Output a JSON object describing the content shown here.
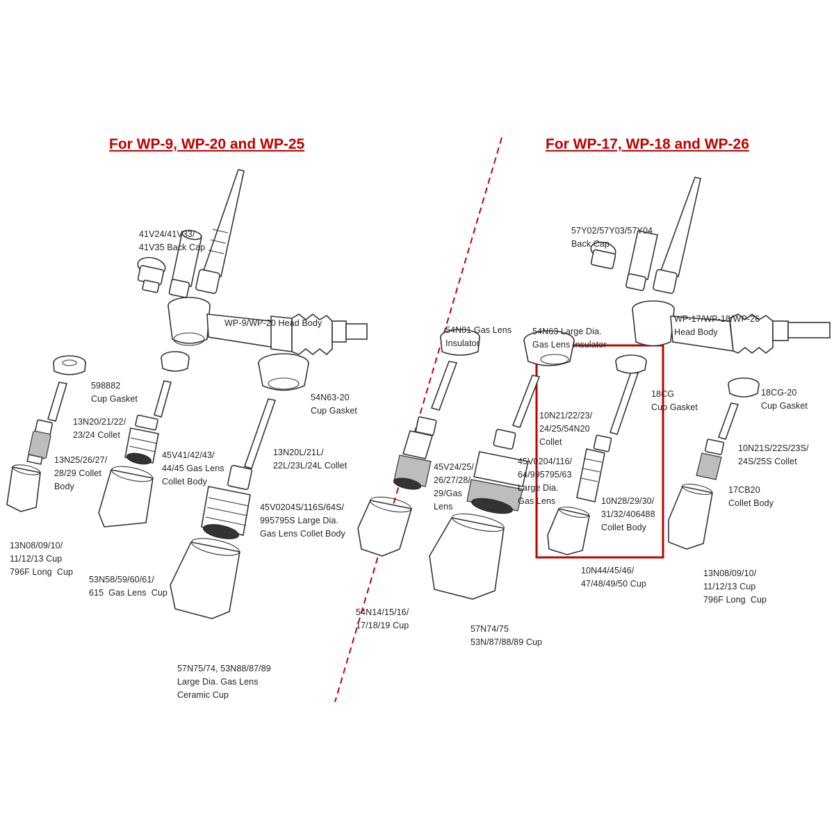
{
  "colors": {
    "title": "#c00000",
    "divider": "#c00000",
    "highlight": "#c00000"
  },
  "left_title": "For  WP-9, WP-20 and WP-25",
  "right_title": "For  WP-17, WP-18 and WP-26",
  "left_labels": {
    "back_cap": [
      "41V24/41V33/",
      "41V35 Back Cap"
    ],
    "head_body": [
      "WP-9/WP-20 Head Body"
    ],
    "cup_gasket": [
      "598882",
      "Cup Gasket"
    ],
    "collet": [
      "13N20/21/22/",
      "23/24 Collet"
    ],
    "collet_body": [
      "13N25/26/27/",
      "28/29 Collet",
      "Body"
    ],
    "cup": [
      "13N08/09/10/",
      "11/12/13 Cup",
      "796F Long  Cup"
    ],
    "gas_lens_collet_body": [
      "45V41/42/43/",
      "44/45 Gas Lens",
      "Collet Body"
    ],
    "gas_lens_cup": [
      "53N58/59/60/61/",
      "615  Gas Lens  Cup"
    ],
    "large_cup_gasket": [
      "54N63-20",
      "Cup Gasket"
    ],
    "long_collet": [
      "13N20L/21L/",
      "22L/23L/24L Collet"
    ],
    "large_gas_lens_collet_body": [
      "45V0204S/116S/64S/",
      "995795S Large Dia.",
      "Gas Lens Collet Body"
    ],
    "large_ceramic_cup": [
      "57N75/74, 53N88/87/89",
      "Large Dia. Gas Lens",
      "Ceramic Cup"
    ]
  },
  "right_labels": {
    "back_cap": [
      "57Y02/57Y03/57Y04",
      "Back Cap"
    ],
    "head_body": [
      "WP-17/WP-18/WP-26",
      "Head Body"
    ],
    "gas_lens_insulator": [
      "54N01 Gas Lens",
      "Insulator"
    ],
    "large_gas_lens_insulator": [
      "54N63 Large Dia.",
      "Gas Lens Insulator"
    ],
    "gas_lens": [
      "45V24/25/",
      "26/27/28/",
      "29/Gas",
      "Lens"
    ],
    "cup_54n": [
      "54N14/15/16/",
      "17/18/19 Cup"
    ],
    "large_gas_lens": [
      "45V0204/116/",
      "64/995795/63",
      "Large Dia.",
      "Gas Lens"
    ],
    "large_cup": [
      "57N74/75",
      "53N/87/88/89 Cup"
    ],
    "collet_10n": [
      "10N21/22/23/",
      "24/25/54N20",
      "Collet"
    ],
    "collet_body_10n": [
      "10N28/29/30/",
      "31/32/406488",
      "Collet Body"
    ],
    "cup_10n": [
      "10N44/45/46/",
      "47/48/49/50 Cup"
    ],
    "cup_gasket": [
      "18CG",
      "Cup Gasket"
    ],
    "cup_gasket_20": [
      "18CG-20",
      "Cup Gasket"
    ],
    "collet_10n_s": [
      "10N21S/22S/23S/",
      "24S/25S Collet"
    ],
    "collet_body_17": [
      "17CB20",
      "Collet Body"
    ],
    "cup_13n": [
      "13N08/09/10/",
      "11/12/13 Cup",
      "796F Long  Cup"
    ]
  }
}
